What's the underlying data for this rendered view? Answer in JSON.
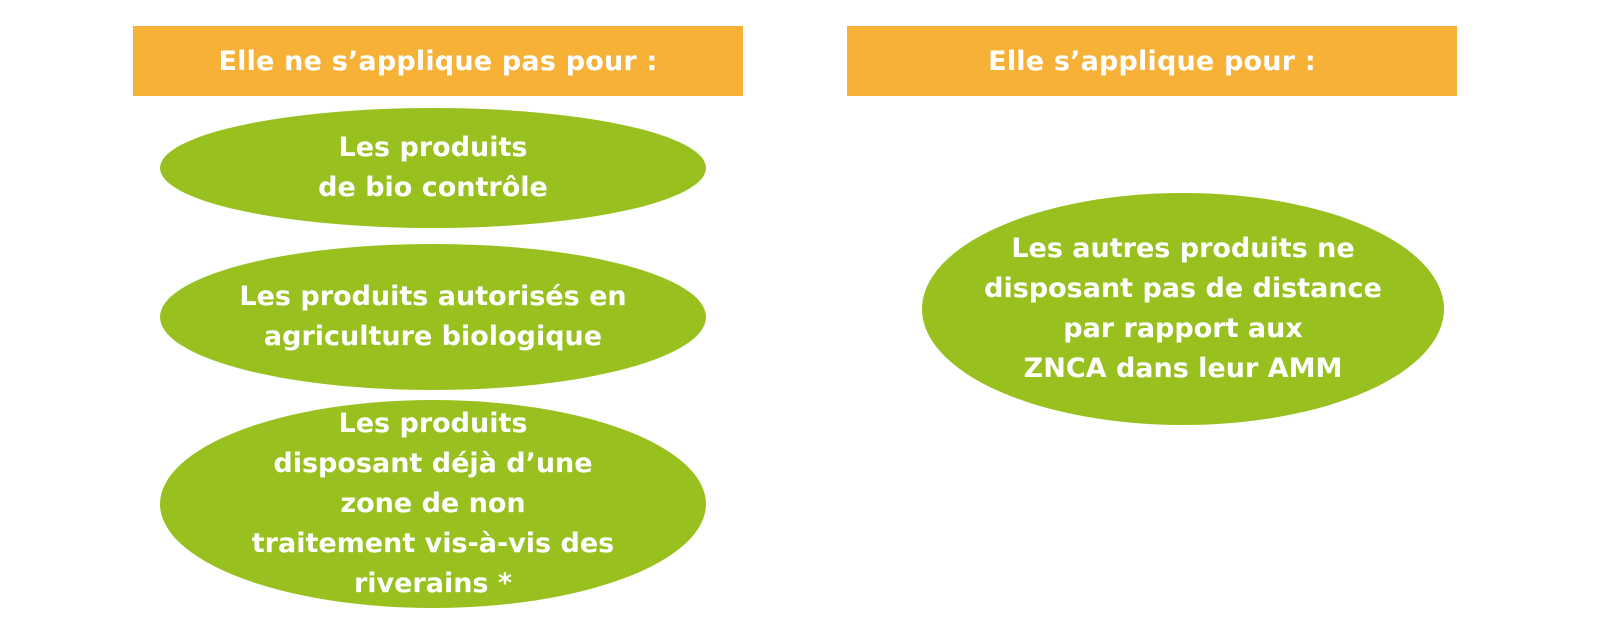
{
  "colors": {
    "header_bg": "#F7B136",
    "oval_bg": "#98C11F",
    "text": "#FFFFFF"
  },
  "left_column": {
    "header": "Elle ne s’applique pas pour :",
    "items": [
      {
        "label": "Les produits\nde bio contrôle"
      },
      {
        "label": "Les produits autorisés en\nagriculture biologique"
      },
      {
        "label": "Les produits\ndisposant déjà d’une\nzone de non\ntraitement vis-à-vis des\nriverains *"
      }
    ]
  },
  "right_column": {
    "header": "Elle s’applique pour :",
    "items": [
      {
        "label": "Les autres produits ne\ndisposant pas de distance\npar rapport aux\nZNCA dans leur AMM"
      }
    ]
  }
}
